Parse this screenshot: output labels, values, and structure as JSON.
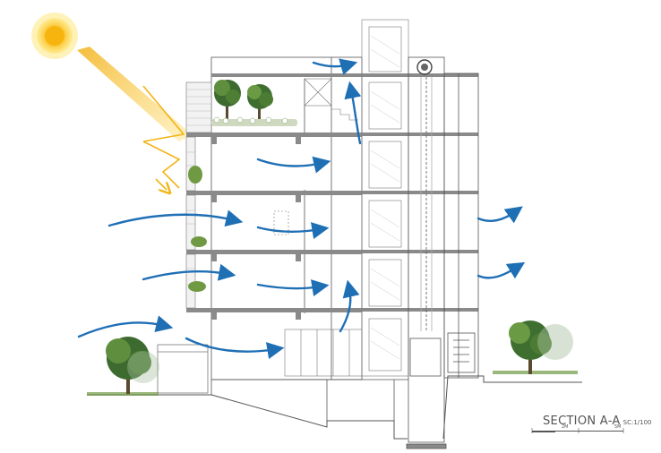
{
  "section": {
    "title": "SECTION A-A",
    "scale": "SC:1/100",
    "scale_bar_labels": [
      "2M",
      "5M"
    ]
  },
  "colors": {
    "line": "#555555",
    "slab": "#8a8a8a",
    "wind": "#1f6fb5",
    "sun_core": "#f7b40e",
    "sun_glow": "#ffe07a",
    "sun_ray": "#f5c12e",
    "tree_dark": "#3d6b2f",
    "tree_light": "#7fb05a",
    "ground": "#6f9a43"
  },
  "icons": [
    "sun-icon",
    "wind-arrow-icon",
    "tree-icon",
    "elevator-motor-icon"
  ]
}
